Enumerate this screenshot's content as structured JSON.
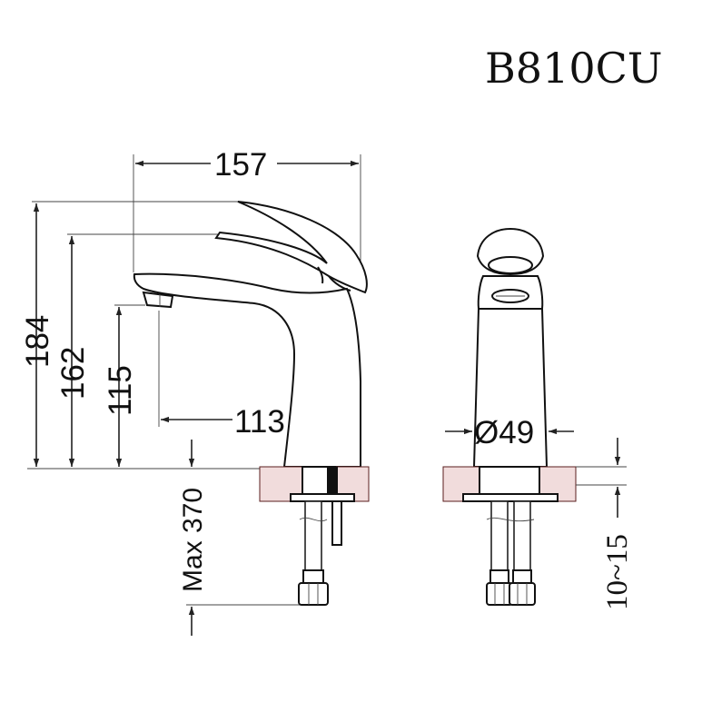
{
  "model": "B810CU",
  "dimensions": {
    "overall_length": "157",
    "overall_height": "184",
    "lever_height": "162",
    "spout_height": "115",
    "spout_reach": "113",
    "body_diameter": "Ø49",
    "hose_length": "Max 370",
    "deck_thickness": "10~15"
  }
}
